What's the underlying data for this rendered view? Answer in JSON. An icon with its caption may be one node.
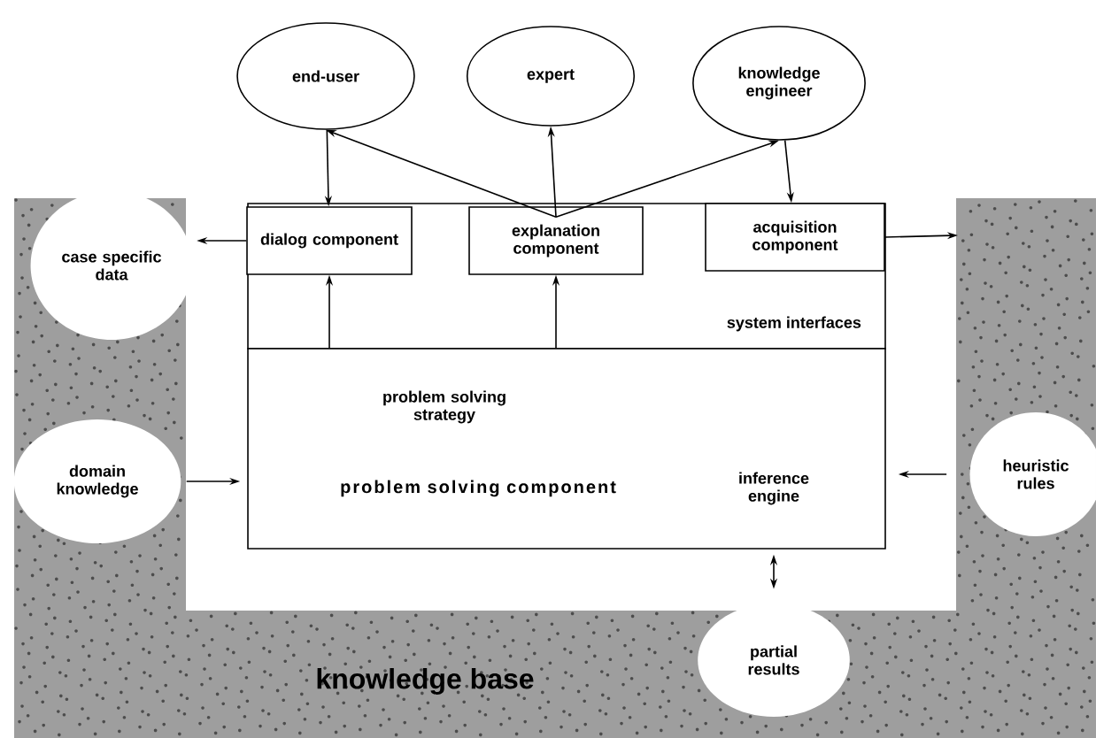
{
  "diagram": {
    "nodes": [
      {
        "text": [
          "end-user"
        ]
      },
      {
        "text": [
          "expert"
        ]
      },
      {
        "text": [
          "knowledge engineer"
        ]
      },
      {
        "text": [
          "system interfaces"
        ]
      },
      {
        "text": [
          "dialog component"
        ],
        "in": 3
      },
      {
        "text": [
          "explanation component"
        ],
        "in": 3
      },
      {
        "text": [
          "acquisition component"
        ],
        "in": 3
      },
      {
        "text": [
          "problem solving strategy",
          "problem solving component",
          "inference engine"
        ]
      },
      {
        "text": [
          "knowledge base"
        ]
      },
      {
        "text": [
          "case specific data"
        ],
        "in": 8
      },
      {
        "text": [
          "domain knowledge"
        ],
        "in": 8
      },
      {
        "text": [
          "heuristic rules"
        ],
        "in": 8
      },
      {
        "text": [
          "partial results"
        ],
        "in": 8
      }
    ],
    "edges": [
      {
        "from": 0,
        "to": 4,
        "arrow": "to"
      },
      {
        "from": 5,
        "to": 0,
        "arrow": "to"
      },
      {
        "from": 5,
        "to": 1,
        "arrow": "to"
      },
      {
        "from": 5,
        "to": 2,
        "arrow": "to"
      },
      {
        "from": 2,
        "to": 6,
        "arrow": "to"
      },
      {
        "from": 4,
        "to": 9,
        "arrow": "to"
      },
      {
        "from": 6,
        "to": 8,
        "arrow": "to"
      },
      {
        "from": 7,
        "to": 4,
        "arrow": "to"
      },
      {
        "from": 7,
        "to": 5,
        "arrow": "to"
      },
      {
        "from": 10,
        "to": 7,
        "arrow": "to"
      },
      {
        "from": 11,
        "to": 7,
        "arrow": "to"
      },
      {
        "from": 7,
        "to": 12,
        "arrow": "both"
      }
    ]
  }
}
